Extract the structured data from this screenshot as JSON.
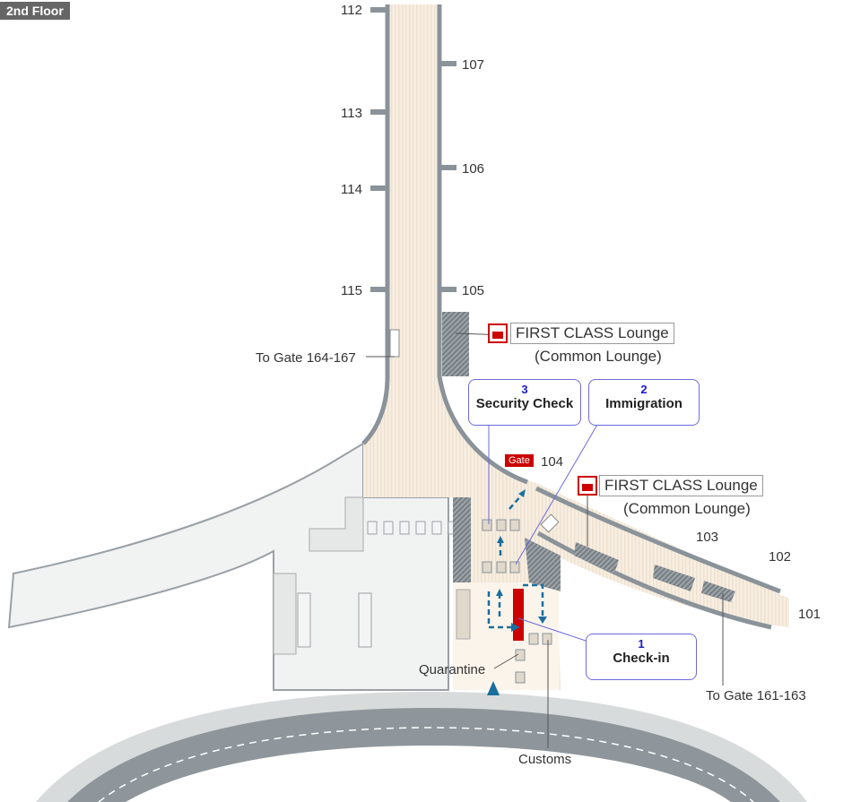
{
  "floor": "2nd Floor",
  "gates": {
    "g112": "112",
    "g107": "107",
    "g113": "113",
    "g106": "106",
    "g114": "114",
    "g115": "115",
    "g105": "105",
    "g104": "104",
    "g103": "103",
    "g102": "102",
    "g101": "101"
  },
  "gate_tag": "Gate",
  "labels": {
    "to_gate_164": "To Gate 164-167",
    "to_gate_161": "To Gate 161-163",
    "quarantine": "Quarantine",
    "customs": "Customs"
  },
  "lounges": [
    {
      "name": "FIRST CLASS Lounge",
      "sub": "(Common Lounge)"
    },
    {
      "name": "FIRST CLASS Lounge",
      "sub": "(Common Lounge)"
    }
  ],
  "steps": [
    {
      "num": "1",
      "title": "Check-in"
    },
    {
      "num": "2",
      "title": "Immigration"
    },
    {
      "num": "3",
      "title": "Security Check"
    }
  ],
  "colors": {
    "accent_red": "#cc0000",
    "route_blue": "#1a6e9e",
    "callout_border": "#6b6bdc",
    "floor_cream": "#f5ebdd",
    "wall_grey": "#8a9399"
  }
}
